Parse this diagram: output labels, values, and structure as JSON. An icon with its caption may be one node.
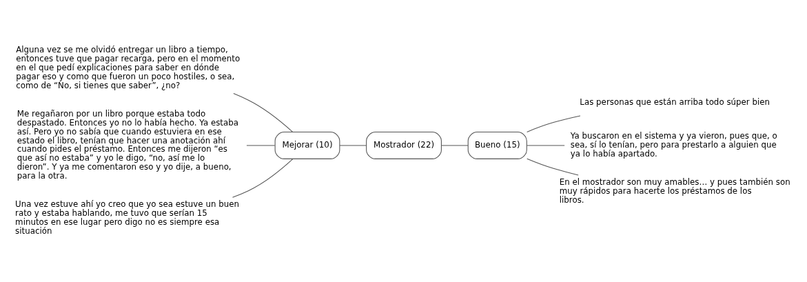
{
  "diagram": {
    "nodes": [
      {
        "text": [
          "Alguna vez se me olvidó entregar un libro a tiempo, entonces tuve que pagar recarga, pero en el momento en el que pedí explicaciones para saber en dónde pagar eso y como que fueron un poco hostiles, o sea, como de “No, si tienes que saber”, ¿no?"
        ]
      },
      {
        "text": [
          "Me regañaron por un libro porque estaba todo despastado. Entonces yo no lo había hecho. Ya estaba así. Pero yo no sabía que cuando estuviera en ese estado el libro, tenían que hacer una anotación ahí cuando pides el préstamo. Entonces me dijeron “es que así no estaba” y yo le digo, “no, así me lo dieron”. Y ya me comentaron eso y yo dije, a bueno, para la otra."
        ]
      },
      {
        "text": [
          "Mejorar (10)"
        ]
      },
      {
        "text": [
          "Mostrador (22)"
        ]
      },
      {
        "text": [
          "Bueno (15)"
        ]
      },
      {
        "text": [
          "Las personas que están arriba todo súper bien"
        ]
      },
      {
        "text": [
          "Ya buscaron en el sistema y ya vieron, pues que, o sea, sí lo tenían, pero para prestarlo a alguien que ya lo había apartado."
        ]
      },
      {
        "text": [
          "Una vez estuve ahí yo creo que yo sea estuve un buen rato y estaba hablando, me tuvo que serían 15 minutos en ese lugar pero digo no es siempre esa situación"
        ]
      },
      {
        "text": [
          "En el mostrador son muy amables… y pues también son muy rápidos para hacerte los préstamos de los libros."
        ]
      }
    ],
    "edges": [
      {
        "from": 0,
        "to": 2,
        "arrow": "none"
      },
      {
        "from": 1,
        "to": 2,
        "arrow": "none"
      },
      {
        "from": 7,
        "to": 2,
        "arrow": "none"
      },
      {
        "from": 2,
        "to": 3,
        "arrow": "none"
      },
      {
        "from": 3,
        "to": 4,
        "arrow": "none"
      },
      {
        "from": 4,
        "to": 5,
        "arrow": "none"
      },
      {
        "from": 4,
        "to": 6,
        "arrow": "none"
      },
      {
        "from": 4,
        "to": 8,
        "arrow": "none"
      }
    ]
  }
}
